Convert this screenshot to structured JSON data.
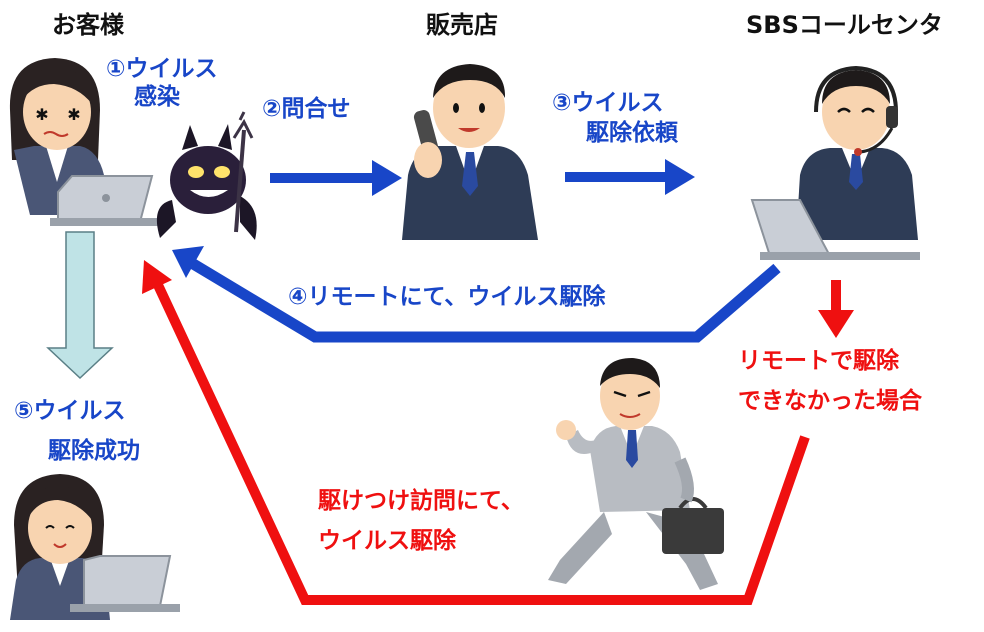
{
  "roles": {
    "customer": "お客様",
    "dealer": "販売店",
    "callcenter": "SBSコールセンタ"
  },
  "steps": {
    "s1_line1": "①ウイルス",
    "s1_line2": "感染",
    "s2": "②問合せ",
    "s3_line1": "③ウイルス",
    "s3_line2": "駆除依頼",
    "s4": "④リモートにて、ウイルス駆除",
    "s5_line1": "⑤ウイルス",
    "s5_line2": "駆除成功"
  },
  "fallback": {
    "line1": "リモートで駆除",
    "line2": "できなかった場合"
  },
  "onsite": {
    "line1": "駆けつけ訪問にて、",
    "line2": "ウイルス駆除"
  },
  "colors": {
    "blue": "#1846c8",
    "red": "#ef1010",
    "success_arrow_fill": "#bfe3e6",
    "success_arrow_stroke": "#5a7f86"
  }
}
